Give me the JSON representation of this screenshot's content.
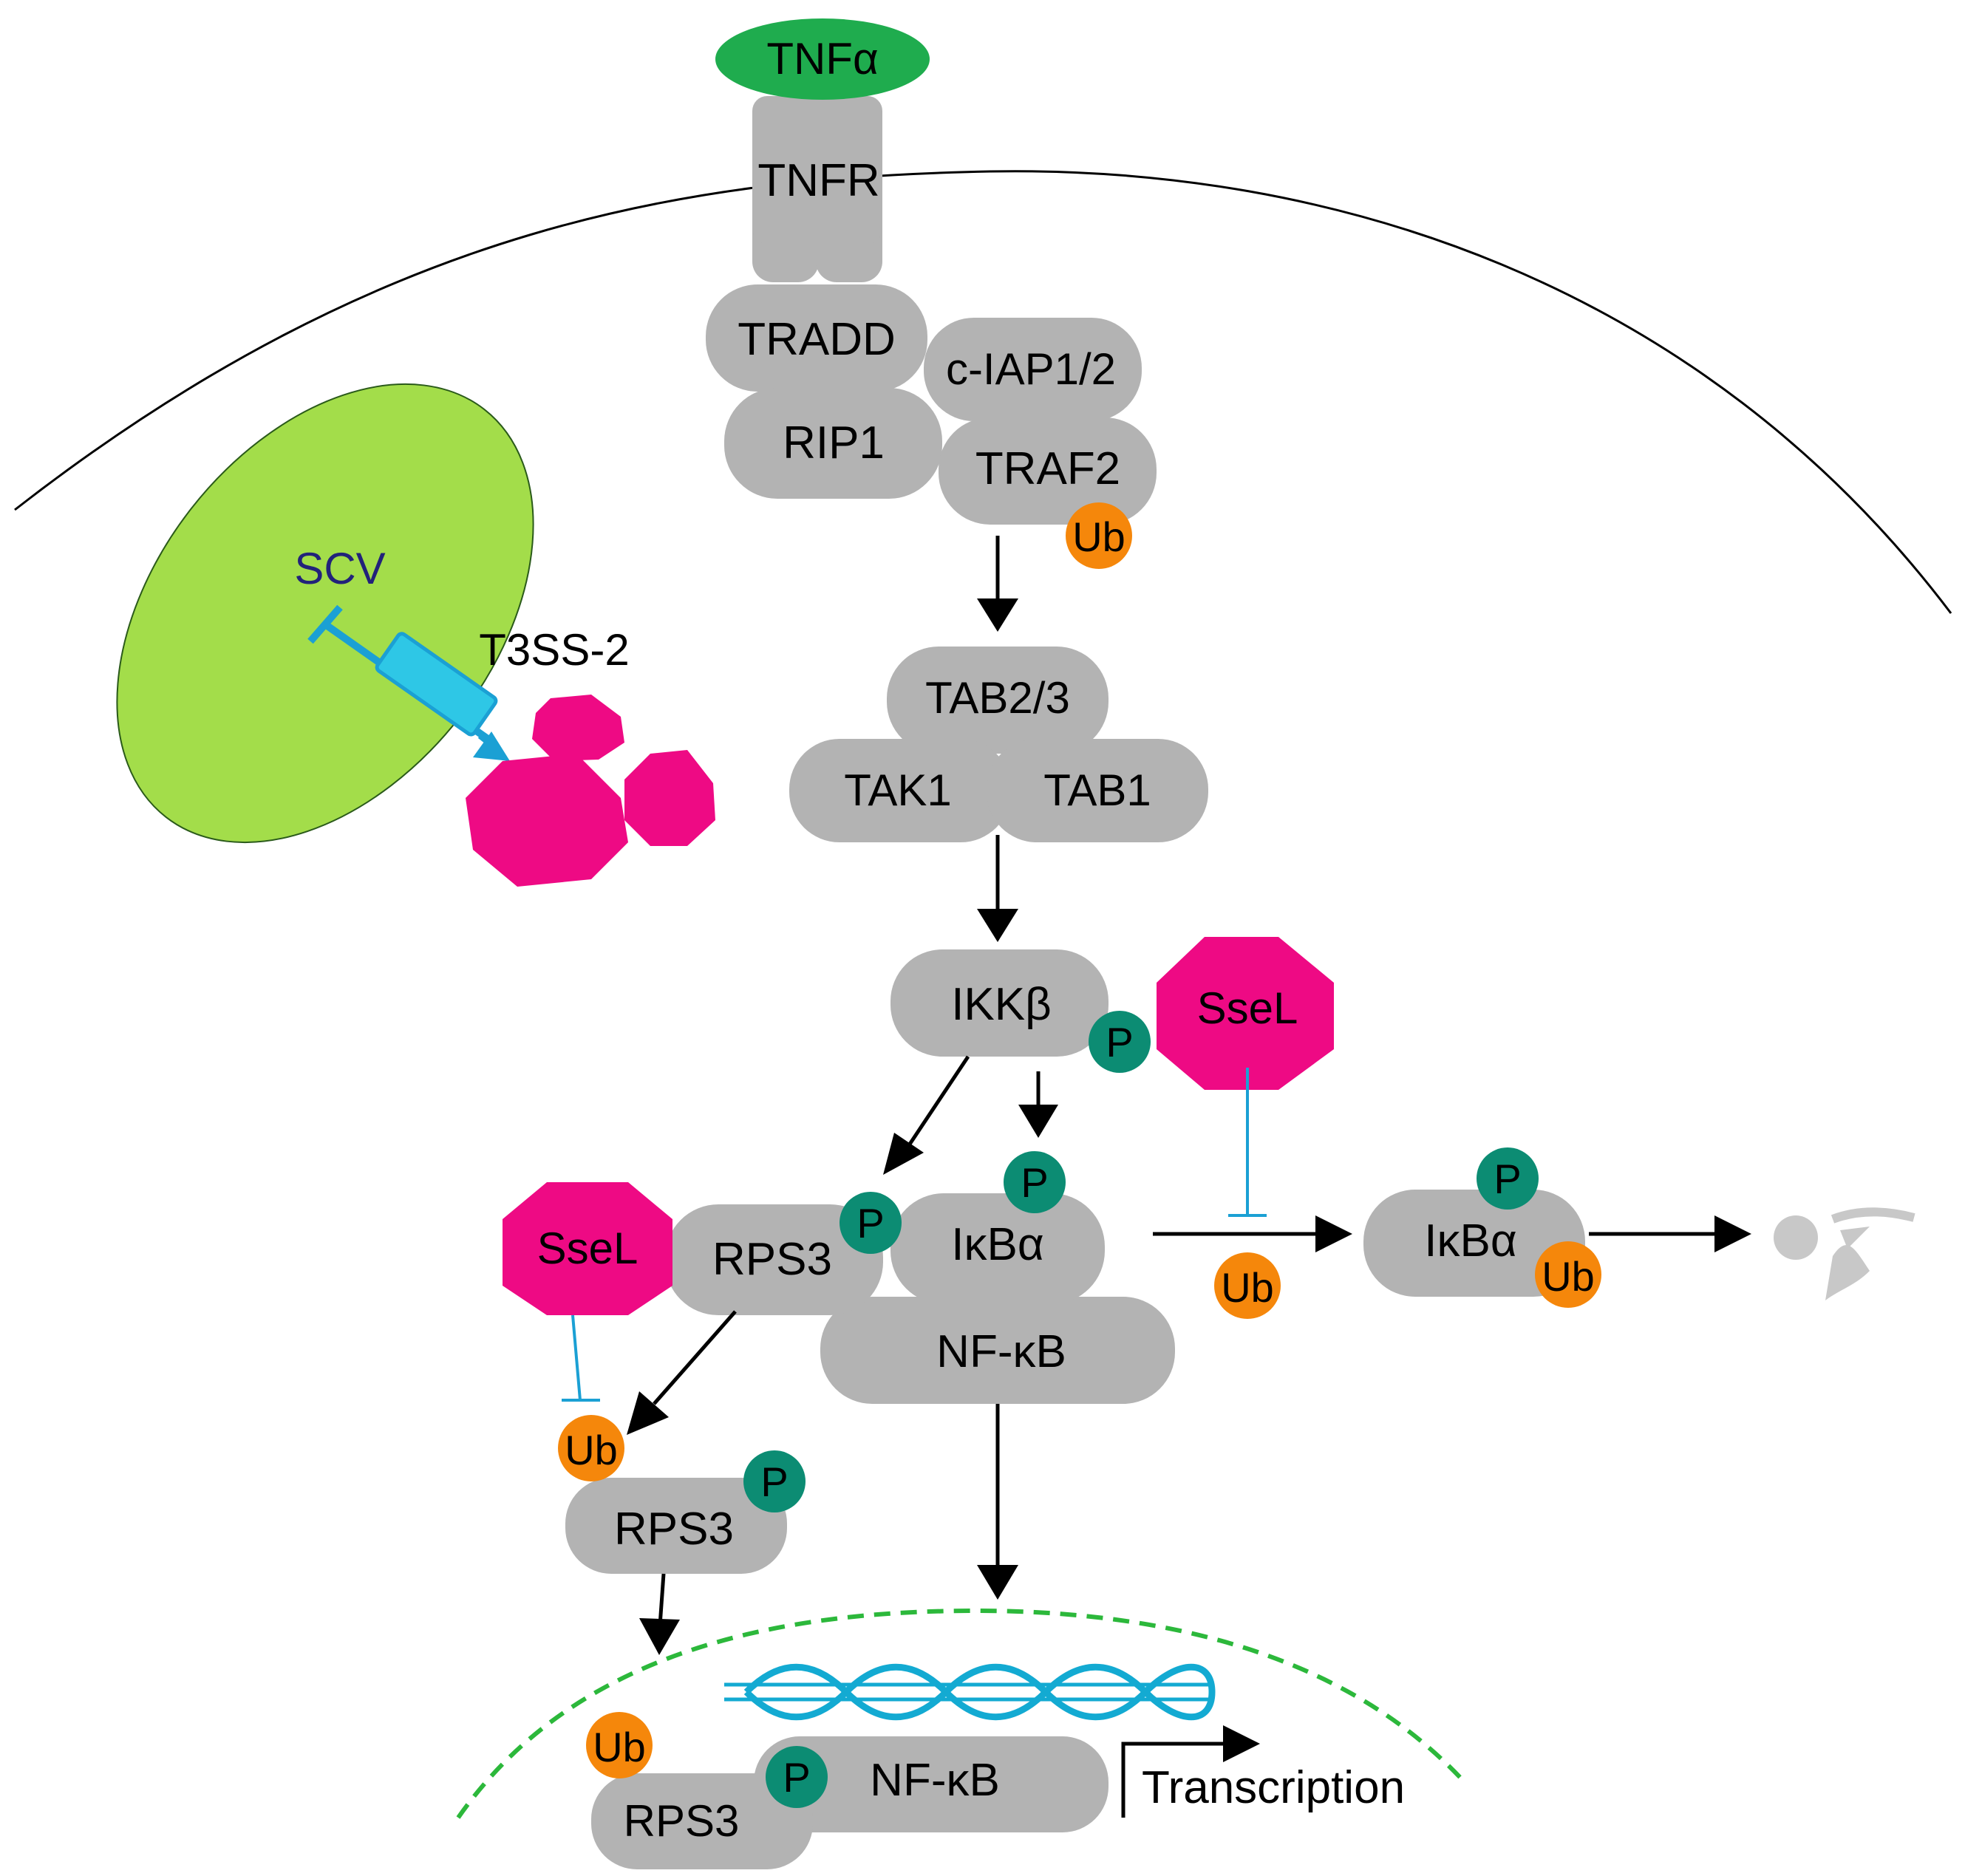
{
  "colors": {
    "protein": "#b3b3b3",
    "tnf": "#1fac4e",
    "ub": "#f5870b",
    "phos": "#0c8c73",
    "ssel": "#ee0a84",
    "scv": "#a3dd4a",
    "injector": "#2ec7e6",
    "dna": "#13aad2",
    "nucleus": "#2cb83b",
    "inhibit": "#1ba0d4",
    "scv_text": "#22227a"
  },
  "labels": {
    "tnfa": "TNFα",
    "tnfr": "TNFR",
    "tradd": "TRADD",
    "ciap": "c-IAP1/2",
    "rip1": "RIP1",
    "traf2": "TRAF2",
    "tab23": "TAB2/3",
    "tak1": "TAK1",
    "tab1": "TAB1",
    "ikkb": "IKKβ",
    "ssel": "SseL",
    "rps3": "RPS3",
    "ikba": "IκBα",
    "nfkb": "NF-κB",
    "ub": "Ub",
    "p": "P",
    "scv": "SCV",
    "t3ss": "T3SS-2",
    "transcription": "Transcription"
  },
  "icons": [
    "proteasome-icon",
    "syringe-icon",
    "dna-helix-icon"
  ]
}
